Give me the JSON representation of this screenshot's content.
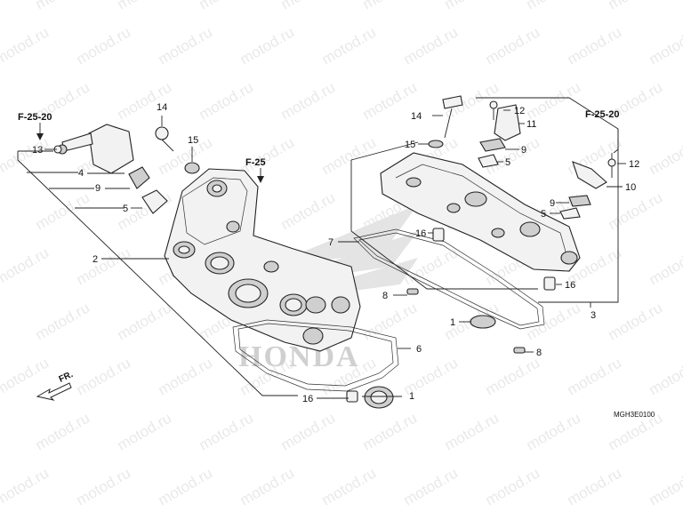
{
  "watermark": "motod.ru",
  "diagram_code": "MGH3E0100",
  "front_marker": "FR.",
  "logo_text": "HONDA",
  "references": [
    "F-25-20",
    "F-25",
    "F-25-20"
  ],
  "callouts": {
    "c1a": "1",
    "c1b": "1",
    "c2": "2",
    "c3": "3",
    "c4": "4",
    "c5a": "5",
    "c5b": "5",
    "c5c": "5",
    "c6": "6",
    "c7": "7",
    "c8a": "8",
    "c8b": "8",
    "c9a": "9",
    "c9b": "9",
    "c9c": "9",
    "c10": "10",
    "c11": "11",
    "c12a": "12",
    "c12b": "12",
    "c13": "13",
    "c14a": "14",
    "c14b": "14",
    "c15a": "15",
    "c15b": "15",
    "c16a": "16",
    "c16b": "16",
    "c16c": "16"
  }
}
